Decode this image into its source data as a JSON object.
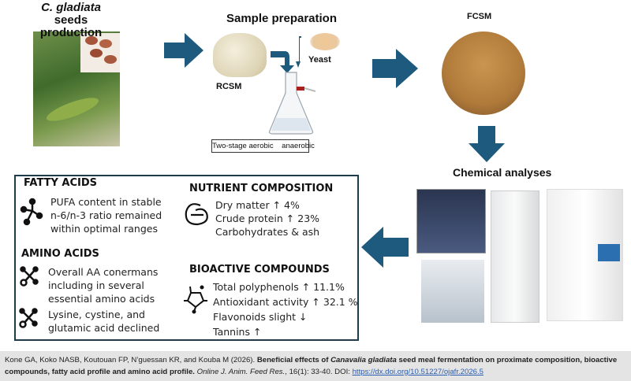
{
  "header": {
    "seeds_title_italic": "C. gladiata",
    "seeds_title_rest": " seeds",
    "seeds_title_line2": "production",
    "sample_prep_title": "Sample preparation",
    "fcsm_label": "FCSM",
    "chemical_analyses_title": "Chemical analyses"
  },
  "sample_prep": {
    "rcsm_label": "RCSM",
    "yeast_label": "Yeast",
    "fermentation_caption": "Two-stage aerobic    anaerobic"
  },
  "results": {
    "fatty_acids": {
      "title": "FATTY ACIDS",
      "lines": [
        "PUFA content in stable",
        "n-6/n-3 ratio remained",
        "within optimal ranges"
      ]
    },
    "amino_acids": {
      "title": "AMINO ACIDS",
      "item1": [
        "Overall AA conermans",
        "including in several",
        "essential amino acids"
      ],
      "item2": [
        "Lysine, cystine, and",
        "glutamic acid declined"
      ]
    },
    "nutrient_composition": {
      "title": "NUTRIENT COMPOSITION",
      "lines": [
        "Dry matter ↑ 4%",
        "Crude protein ↑ 23%",
        "Carbohydrates & ash"
      ]
    },
    "bioactive_compounds": {
      "title": "BIOACTIVE COMPOUNDS",
      "lines": [
        "Total polyphenols ↑ 11.1%",
        "Antioxidant activity ↑ 32.1 %",
        "Flavonoids  slight ↓",
        "Tannins ↑"
      ]
    }
  },
  "citation": {
    "authors": "Kone GA, Koko NASB, Koutouan FP, N’guessan KR, and Kouba M (2026). ",
    "title_part1": "Beneficial effects of ",
    "title_italic": "Canavalia gladiata",
    "title_part2": " seed meal fermentation on proximate composition, bioactive compounds, fatty acid profile and amino acid profile.",
    "journal": "Online J. Anim. Feed Res.",
    "volume": ", 16(1): 33-40. DOI: ",
    "doi": "https://dx.doi.org/10.51227/ojafr.2026.5"
  },
  "colors": {
    "arrow": "#1e5a7d",
    "box_border": "#1d3d4a",
    "citation_bg": "#e4e4e4",
    "link": "#2a5db0"
  }
}
